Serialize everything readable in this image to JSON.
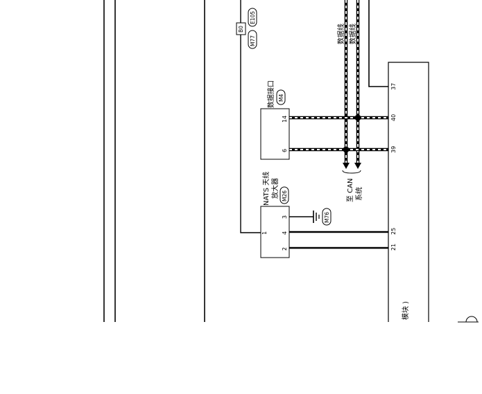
{
  "connectors": {
    "m77": "M77",
    "e105": "E105",
    "junction_pin": "B0",
    "m4": "M4",
    "m26": "M26",
    "m76": "M76"
  },
  "components": {
    "data_port": "数据接口",
    "nats_line1": "NATS 天线",
    "nats_line2": "放大器",
    "ecu_partial": "模块 )"
  },
  "wires": {
    "data_line_1": "数据线",
    "data_line_2": "数据线",
    "to_can_line1": "至 CAN",
    "to_can_line2": "系统"
  },
  "pins": {
    "dlc_14": "14",
    "dlc_6": "6",
    "nats_1": "1",
    "nats_3": "3",
    "nats_4": "4",
    "nats_2": "2",
    "ecu_37": "37",
    "ecu_40": "40",
    "ecu_39": "39",
    "ecu_25": "25",
    "ecu_21": "21"
  }
}
